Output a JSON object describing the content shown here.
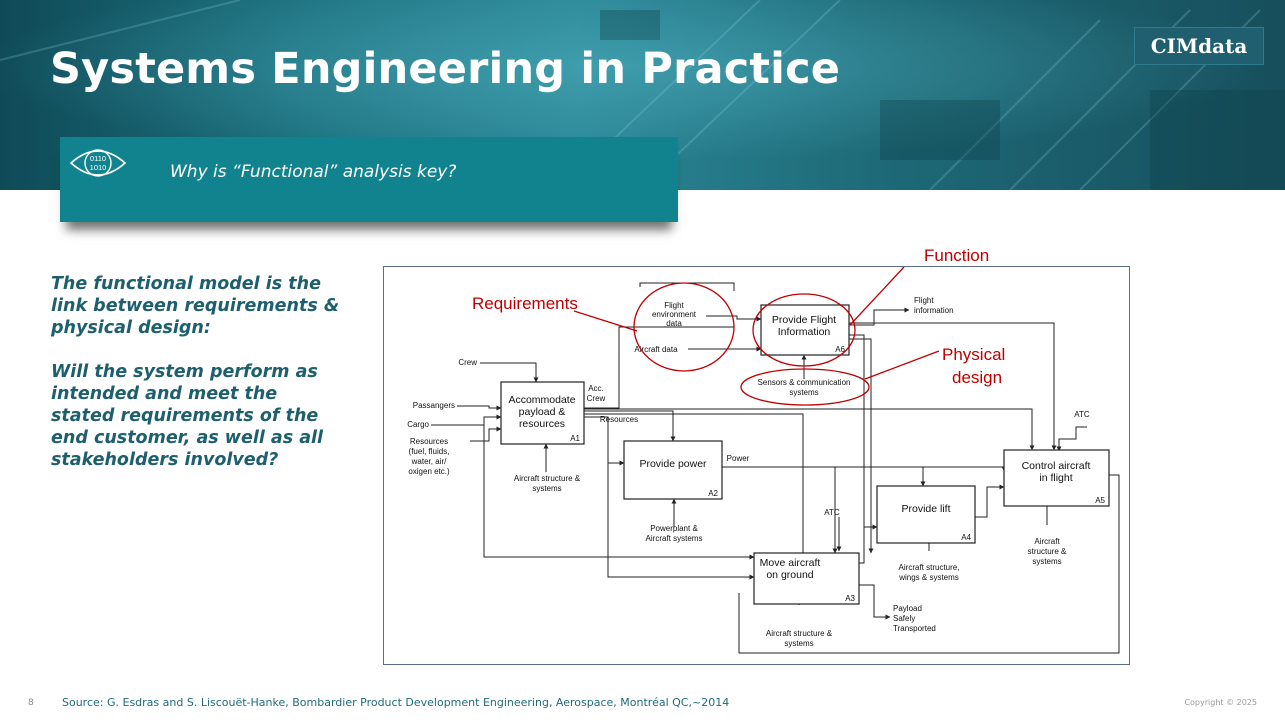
{
  "slide": {
    "title": "Systems Engineering in Practice",
    "logo": "CIMdata",
    "subtitle": "Why is “Functional” analysis key?",
    "subtitle_icon": "eye-binary-icon",
    "subtitle_icon_text": [
      "0110",
      "1010"
    ],
    "body": [
      "The functional model is the link between requirements & physical design:",
      "Will the system perform as intended and meet the stated requirements of the end customer, as well as all stakeholders involved?"
    ],
    "page_number": "8",
    "source": "Source:  G. Esdras and S. Liscouët-Hanke, Bombardier Product Development Engineering, Aerospace, Montréal QC,~2014",
    "copyright": "Copyright © 2025",
    "colors": {
      "header": "#1c6f7d",
      "accent": "#11838f",
      "body_text": "#1d5f6d",
      "annotation": "#c00000"
    }
  },
  "diagram": {
    "annotations": {
      "function": "Function",
      "requirements": "Requirements",
      "physical_design_line1": "Physical",
      "physical_design_line2": "design"
    },
    "boxes": {
      "a1": {
        "lines": [
          "Accommodate",
          "payload &",
          "resources"
        ],
        "id": "A1"
      },
      "a2": {
        "lines": [
          "Provide power"
        ],
        "id": "A2"
      },
      "a3": {
        "lines": [
          "Move aircraft",
          "on ground"
        ],
        "id": "A3"
      },
      "a4": {
        "lines": [
          "Provide lift"
        ],
        "id": "A4"
      },
      "a5": {
        "lines": [
          "Control aircraft",
          "in flight"
        ],
        "id": "A5"
      },
      "a6": {
        "lines": [
          "Provide Flight",
          "Information"
        ],
        "id": "A6"
      }
    },
    "inputs": {
      "crew": "Crew",
      "passangers": "Passangers",
      "cargo": "Cargo",
      "resources": [
        "Resources",
        "(fuel, fluids,",
        "water, air/",
        "oxigen etc.)"
      ],
      "flight_env_data": [
        "Flight",
        "environment",
        "data"
      ],
      "aircraft_data": "Aircraft data",
      "atc_a3": "ATC",
      "atc_a5": "ATC"
    },
    "outputs": {
      "acc_crew": [
        "Acc.",
        "Crew"
      ],
      "resources_out": "Resources",
      "power": "Power",
      "flight_info": [
        "Flight",
        "information"
      ],
      "payload": [
        "Payload",
        "Safely",
        "Transported"
      ]
    },
    "mechanisms": {
      "a1": [
        "Aircraft structure &",
        "systems"
      ],
      "a2": [
        "Powerplant &",
        "Aircraft systems"
      ],
      "a3": [
        "Aircraft structure &",
        "systems"
      ],
      "a4": [
        "Aircraft structure,",
        "wings & systems"
      ],
      "a5": [
        "Aircraft",
        "structure &",
        "systems"
      ],
      "a6": [
        "Sensors & communication",
        "systems"
      ]
    }
  }
}
